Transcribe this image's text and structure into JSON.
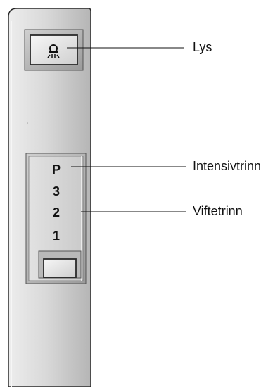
{
  "callouts": {
    "light": "Lys",
    "intensive": "Intensivtrinn",
    "fan": "Viftetrinn"
  },
  "fan_levels": [
    "P",
    "3",
    "2",
    "1"
  ],
  "icons": {
    "light_button": "light-bulb-icon"
  },
  "colors": {
    "panel_light": "#f2f2f2",
    "panel_dark": "#a8a8a8",
    "outline": "#2a2a2a",
    "text": "#111111"
  }
}
